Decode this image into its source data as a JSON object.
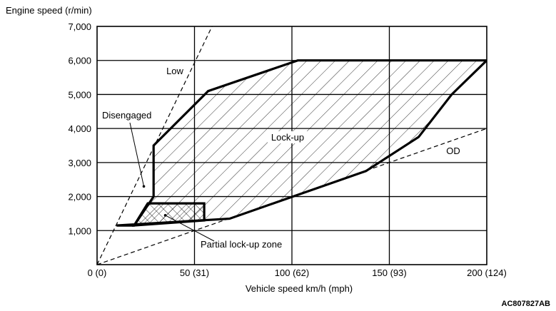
{
  "chart_data": {
    "type": "area",
    "title": "",
    "xlabel": "Vehicle speed  km/h (mph)",
    "ylabel": "Engine speed (r/min)",
    "xlim": [
      0,
      200
    ],
    "ylim": [
      0,
      7000
    ],
    "grid": true,
    "x_ticks": [
      {
        "value": 0,
        "label": "0 (0)"
      },
      {
        "value": 50,
        "label": "50 (31)"
      },
      {
        "value": 100,
        "label": "100 (62)"
      },
      {
        "value": 150,
        "label": "150 (93)"
      },
      {
        "value": 200,
        "label": "200 (124)"
      }
    ],
    "y_ticks": [
      {
        "value": 1000,
        "label": "1,000"
      },
      {
        "value": 2000,
        "label": "2,000"
      },
      {
        "value": 3000,
        "label": "3,000"
      },
      {
        "value": 4000,
        "label": "4,000"
      },
      {
        "value": 5000,
        "label": "5,000"
      },
      {
        "value": 6000,
        "label": "6,000"
      },
      {
        "value": 7000,
        "label": "7,000"
      }
    ],
    "series": [
      {
        "name": "Low",
        "style": "dashed",
        "points": [
          [
            0,
            0
          ],
          [
            59,
            7000
          ]
        ]
      },
      {
        "name": "OD",
        "style": "dashed",
        "points": [
          [
            0,
            0
          ],
          [
            200,
            4000
          ]
        ]
      },
      {
        "name": "Lock-up",
        "style": "hatched",
        "points": [
          [
            29,
            3500
          ],
          [
            57,
            5100
          ],
          [
            103,
            6000
          ],
          [
            200,
            6000
          ],
          [
            182,
            5000
          ],
          [
            165,
            3750
          ],
          [
            138,
            2750
          ],
          [
            68,
            1350
          ],
          [
            10,
            1150
          ],
          [
            19,
            1150
          ],
          [
            29,
            2000
          ]
        ]
      },
      {
        "name": "Partial lock-up zone",
        "style": "crosshatched",
        "points": [
          [
            26,
            1800
          ],
          [
            55,
            1800
          ],
          [
            55,
            1300
          ],
          [
            19,
            1150
          ]
        ]
      }
    ],
    "annotations": [
      {
        "text": "Disengaged",
        "x": 20,
        "y": 4200,
        "target": [
          24,
          2300
        ]
      },
      {
        "text": "Partial lock-up zone",
        "x": 100,
        "y": 550,
        "target": [
          35,
          1450
        ]
      }
    ]
  },
  "figure_code": "AC807827AB"
}
